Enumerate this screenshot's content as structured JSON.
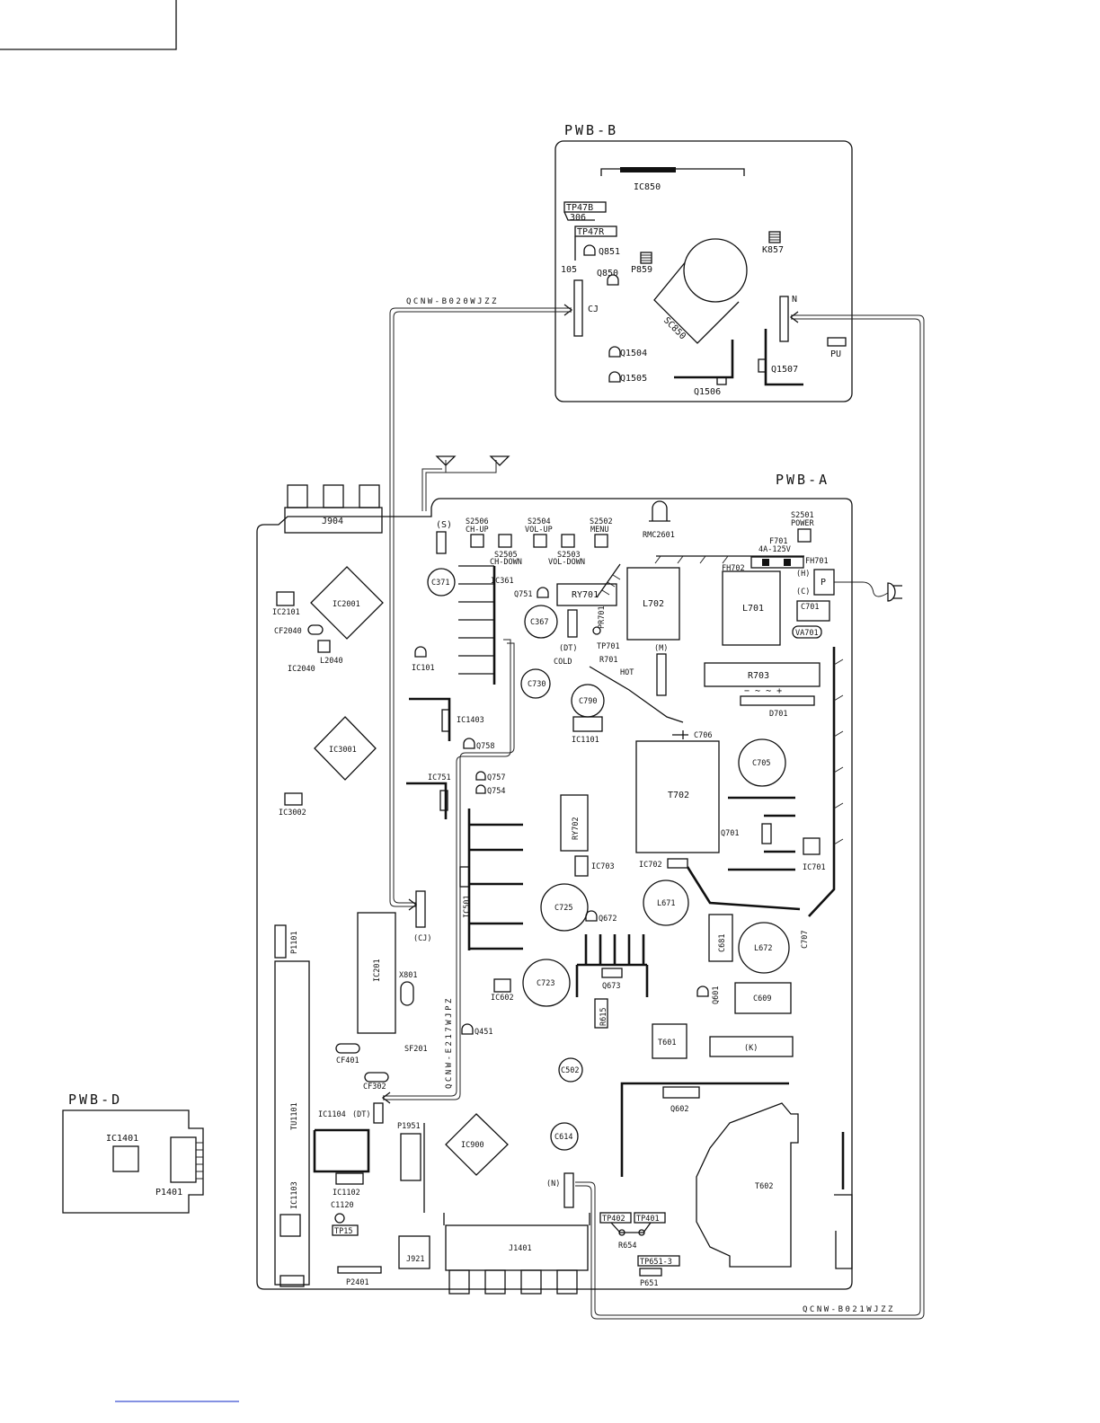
{
  "boards": {
    "pwb_a": "PWB-A",
    "pwb_b": "PWB-B",
    "pwb_d": "PWB-D"
  },
  "cables": {
    "b020": "QCNW-B020WJZZ",
    "b021": "QCNW-B021WJZZ",
    "e217": "QCNW-E217WJPZ"
  },
  "pwb_b_labels": {
    "ic850": "IC850",
    "tp47b": "TP47B",
    "n306": "306",
    "tp47r": "TP47R",
    "n105": "105",
    "q851": "Q851",
    "q850": "Q850",
    "p859": "P859",
    "k857": "K857",
    "sc850": "SC850",
    "cj": "CJ",
    "n": "N",
    "pu": "PU",
    "q1504": "Q1504",
    "q1505": "Q1505",
    "q1506": "Q1506",
    "q1507": "Q1507"
  },
  "pwb_d_labels": {
    "ic1401": "IC1401",
    "p1401": "P1401"
  },
  "pwb_a_labels": {
    "j904": "J904",
    "s_conn": "(S)",
    "s2506": "S2506",
    "ch_up": "CH-UP",
    "s2504": "S2504",
    "vol_up": "VOL-UP",
    "s2502": "S2502",
    "menu": "MENU",
    "rmc2601": "RMC2601",
    "s2501": "S2501",
    "power": "POWER",
    "s2505": "S2505",
    "ch_down": "CH-DOWN",
    "s2503": "S2503",
    "vol_down": "VOL-DOWN",
    "f701": "F701",
    "f701_rating": "4A-125V",
    "fh702": "FH702",
    "fh701": "FH701",
    "h": "(H)",
    "c_mark": "(C)",
    "p": "P",
    "c701": "C701",
    "va701": "VA701",
    "ic2101": "IC2101",
    "ic2001": "IC2001",
    "cf2040": "CF2040",
    "l2040": "L2040",
    "ic2040": "IC2040",
    "c371": "C371",
    "ic361": "IC361",
    "q751": "Q751",
    "ry701": "RY701",
    "c367": "C367",
    "pr701": "PR701",
    "dt": "(DT)",
    "tp701": "TP701",
    "cold": "COLD",
    "r701": "R701",
    "hot": "HOT",
    "l702": "L702",
    "l701": "L701",
    "m": "(M)",
    "r703": "R703",
    "d701": "D701",
    "d701_marks": "− ∼ ∼ +",
    "ic101": "IC101",
    "c730": "C730",
    "c790": "C790",
    "ic1101": "IC1101",
    "ic1403": "IC1403",
    "q758": "Q758",
    "ic3001": "IC3001",
    "c706": "C706",
    "c705": "C705",
    "t702": "T702",
    "ic751": "IC751",
    "q757": "Q757",
    "q754": "Q754",
    "ic3002": "IC3002",
    "ry702": "RY702",
    "q701": "Q701",
    "ic701": "IC701",
    "ic703": "IC703",
    "ic702": "IC702",
    "ic501": "IC501",
    "c725": "C725",
    "l671": "L671",
    "q672": "Q672",
    "c681": "C681",
    "l672": "L672",
    "c707": "C707",
    "p1101": "P1101",
    "cj_conn": "(CJ)",
    "ic201": "IC201",
    "x801": "X801",
    "c723": "C723",
    "q673": "Q673",
    "ic602": "IC602",
    "q601": "Q601",
    "c609": "C609",
    "r615": "R615",
    "sf201": "SF201",
    "q451": "Q451",
    "t601": "T601",
    "k": "(K)",
    "cf401": "CF401",
    "c502": "C502",
    "cf302": "CF302",
    "q602": "Q602",
    "tu1101": "TU1101",
    "ic1104": "IC1104",
    "p1951": "P1951",
    "ic900": "IC900",
    "c614": "C614",
    "t602": "T602",
    "ic1102": "IC1102",
    "n_conn": "(N)",
    "c1120": "C1120",
    "tp15": "TP15",
    "ic1103": "IC1103",
    "tp402": "TP402",
    "tp401": "TP401",
    "r654": "R654",
    "j921": "J921",
    "j1401": "J1401",
    "tp651_3": "TP651-3",
    "p651": "P651",
    "p2401": "P2401"
  }
}
